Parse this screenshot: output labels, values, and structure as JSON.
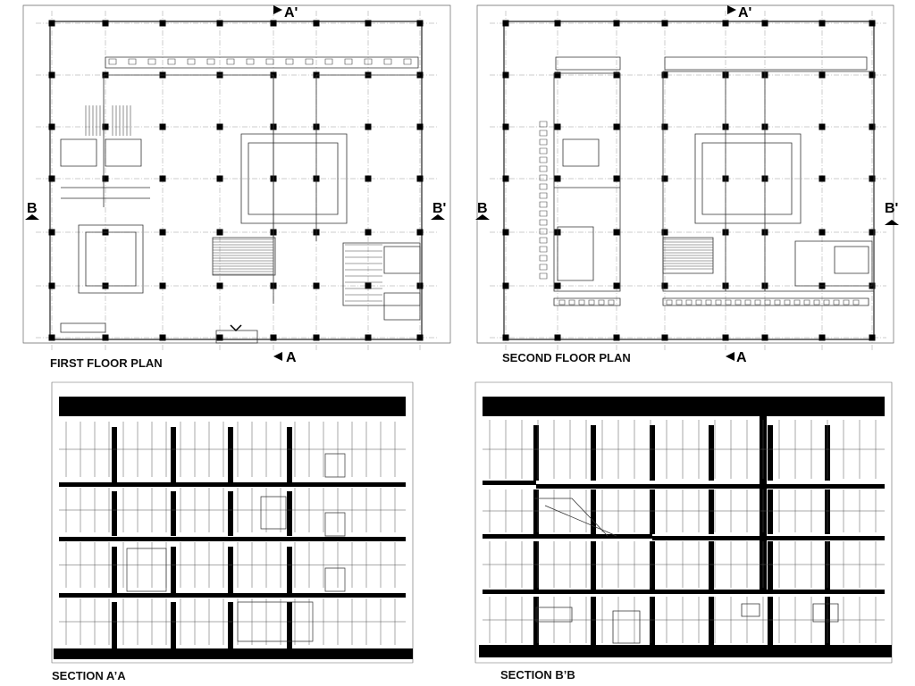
{
  "panels": {
    "first_floor": {
      "title": "FIRST FLOOR PLAN"
    },
    "second_floor": {
      "title": "SECOND FLOOR PLAN"
    },
    "section_aa": {
      "title": "SECTION A’A"
    },
    "section_bb": {
      "title": "SECTION B’B"
    }
  },
  "markers": {
    "a": "A",
    "a_prime": "A'",
    "b": "B",
    "b_prime": "B'"
  },
  "colors": {
    "ink": "#000000",
    "line": "#333333",
    "grid": "#9a9a9a",
    "paper": "#ffffff"
  }
}
